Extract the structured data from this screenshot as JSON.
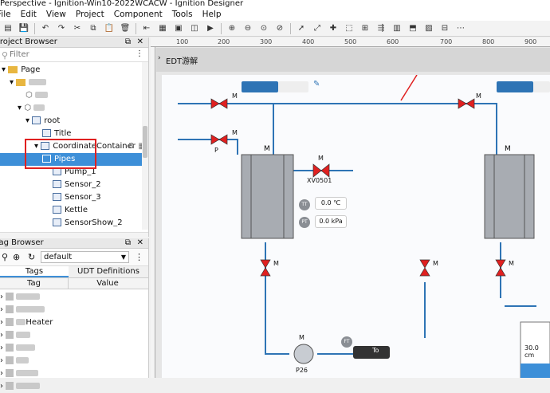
{
  "window": {
    "title": "Perspective - Ignition-Win10-2022WCACW - Ignition Designer"
  },
  "menu": [
    "File",
    "Edit",
    "View",
    "Project",
    "Component",
    "Tools",
    "Help"
  ],
  "project_browser": {
    "title": "Project Browser",
    "filter_placeholder": "Filter",
    "tree": [
      {
        "label": "Page",
        "level": 0
      },
      {
        "label": "",
        "level": 1
      },
      {
        "label": "",
        "level": 2
      },
      {
        "label": "",
        "level": 2
      },
      {
        "label": "root",
        "level": 3
      },
      {
        "label": "Title",
        "level": 4
      },
      {
        "label": "CoordinateContainer",
        "level": 4
      },
      {
        "label": "Pipes",
        "level": 5,
        "selected": true
      },
      {
        "label": "Pump_1",
        "level": 5
      },
      {
        "label": "Sensor_2",
        "level": 5
      },
      {
        "label": "Sensor_3",
        "level": 5
      },
      {
        "label": "Kettle",
        "level": 5
      },
      {
        "label": "SensorShow_2",
        "level": 5
      }
    ]
  },
  "tag_browser": {
    "title": "Tag Browser",
    "provider": "default",
    "tabs": [
      "Tags",
      "UDT Definitions"
    ],
    "columns": [
      "Tag",
      "Value"
    ],
    "items": [
      "",
      "",
      "Heater",
      "",
      "",
      "",
      "",
      ""
    ]
  },
  "designer": {
    "view_title": "EDT游解",
    "ruler_ticks": [
      "100",
      "200",
      "300",
      "400",
      "500",
      "600",
      "700",
      "800",
      "900"
    ],
    "labels": {
      "valve_m": "M",
      "xv0501": "XV0501",
      "temp": "0.0 ℃",
      "pressure": "0.0 kPa",
      "tt": "TT",
      "pt": "PT",
      "ft": "FT",
      "p26": "P26",
      "to": "To",
      "tank_level": "30.0 cm",
      "p_label": "P"
    }
  },
  "colors": {
    "selection": "#3d8fd8",
    "pipe": "#2e74b5",
    "valve": "#e02020",
    "annotation": "#e02020",
    "vessel": "#a8acb2"
  }
}
